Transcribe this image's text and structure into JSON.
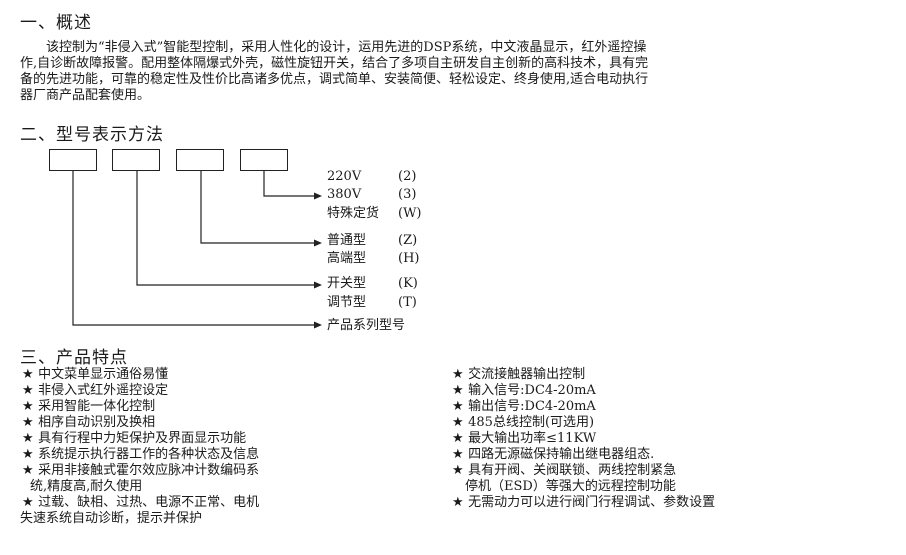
{
  "section1": {
    "title": "一、概述",
    "lines": [
      "　　该控制为“非侵入式”智能型控制，采用人性化的设计，运用先进的DSP系统，中文液晶显示，红外遥控操",
      "作,自诊断故障报警。配用整体隔爆式外壳，磁性旋钮开关，结合了多项自主研发自主创新的高科技术，具有完",
      "备的先进功能，可靠的稳定性及性价比高诸多优点，调式简单、安装简便、轻松设定、终身使用,适合电动执行",
      "器厂商产品配套使用。"
    ]
  },
  "section2": {
    "title": "二、型号表示方法",
    "groups": [
      {
        "items": [
          {
            "label": "220V",
            "code": "(2)"
          },
          {
            "label": "380V",
            "code": "(3)"
          },
          {
            "label": "特殊定货",
            "code": "(W)"
          }
        ]
      },
      {
        "items": [
          {
            "label": "普通型",
            "code": "(Z)"
          },
          {
            "label": "高端型",
            "code": "(H)"
          }
        ]
      },
      {
        "items": [
          {
            "label": "开关型",
            "code": "(K)"
          },
          {
            "label": "调节型",
            "code": "(T)"
          }
        ]
      },
      {
        "items": [
          {
            "label": "产品系列型号",
            "code": ""
          }
        ]
      }
    ]
  },
  "section3": {
    "title": "三、产品特点",
    "star": "★",
    "left": [
      "中文菜单显示通俗易懂",
      "非侵入式红外遥控设定",
      "采用智能一体化控制",
      "相序自动识别及换相",
      "具有行程中力矩保护及界面显示功能",
      "系统提示执行器工作的各种状态及信息",
      "采用非接触式霍尔效应脉冲计数编码系"
    ],
    "left_cont": "统,精度高,耐久使用",
    "left_last": "过载、缺相、过热、电源不正常、电机",
    "left_last_cont": "失速系统自动诊断，提示并保护",
    "right": [
      "交流接触器输出控制",
      "输入信号:DC4-20mA",
      "输出信号:DC4-20mA",
      "485总线控制(可选用)",
      "最大输出功率≤11KW",
      "四路无源磁保持输出继电器组态.",
      "具有开阀、关阀联锁、两线控制紧急"
    ],
    "right_cont": "停机（ESD）等强大的远程控制功能",
    "right_last": "无需动力可以进行阀门行程调试、参数设置"
  }
}
